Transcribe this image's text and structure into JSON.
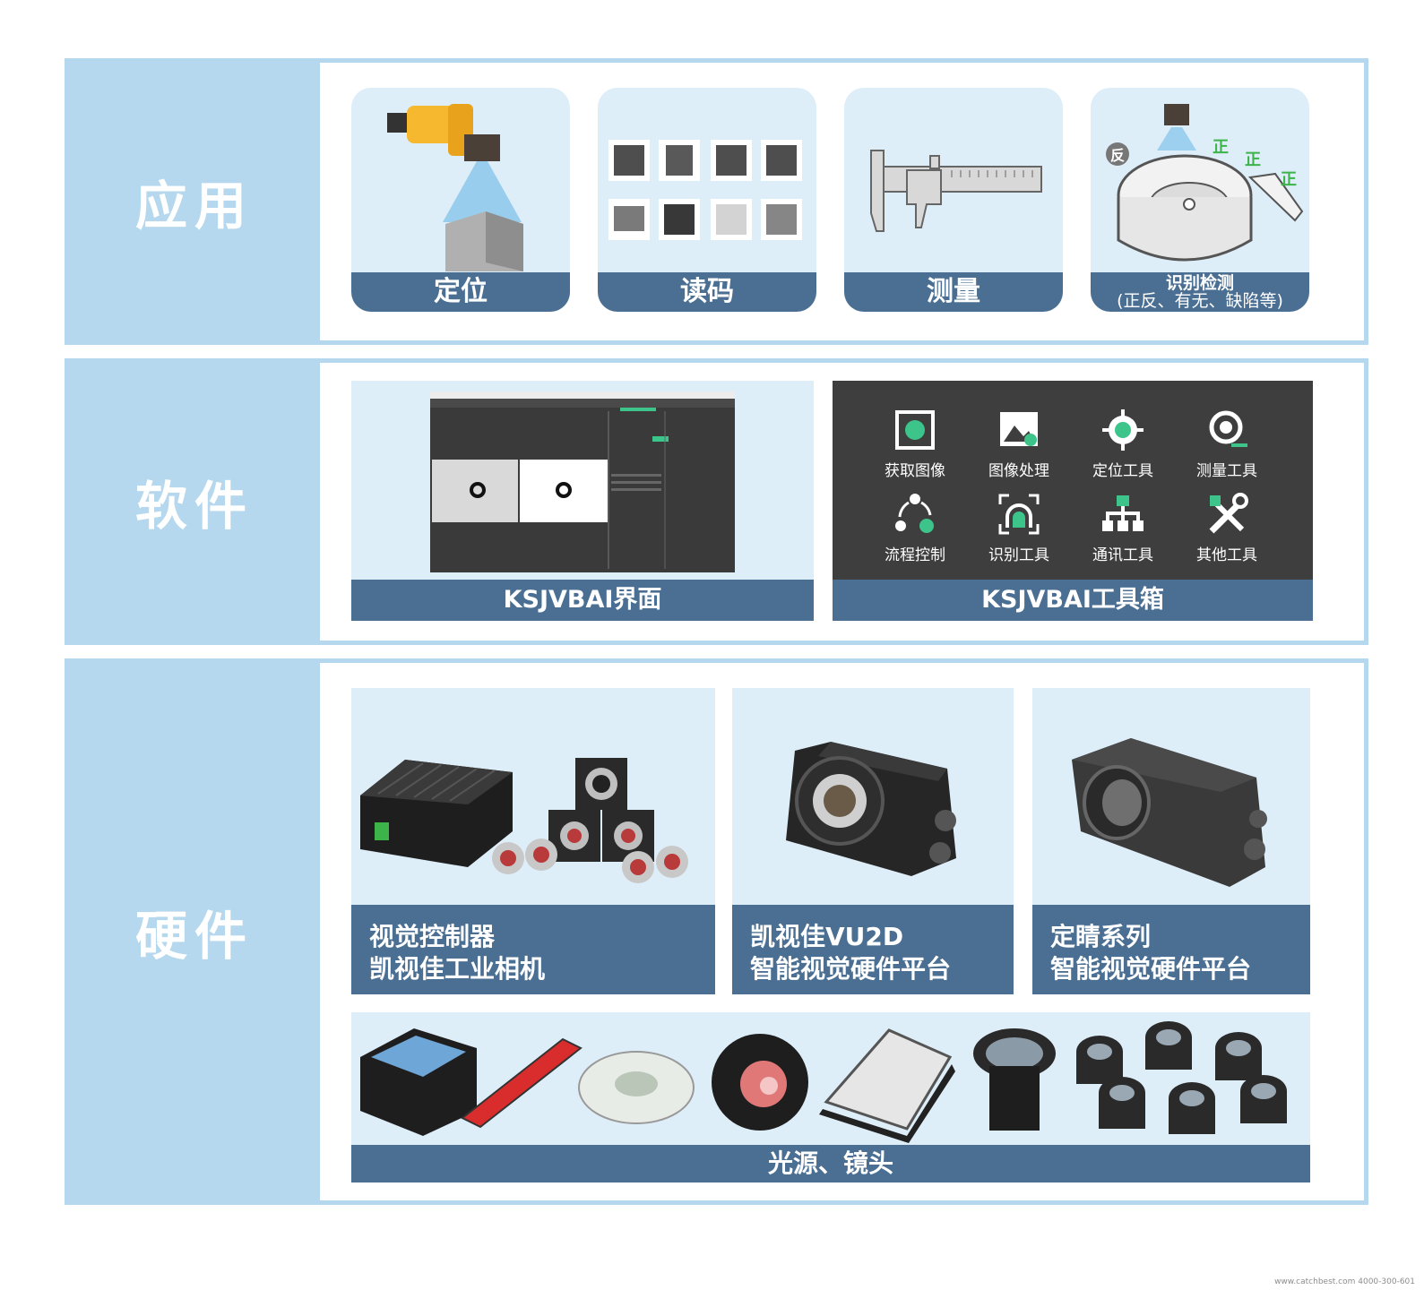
{
  "sections": {
    "application": {
      "title": "应用",
      "cards": [
        {
          "label": "定位"
        },
        {
          "label": "读码"
        },
        {
          "label": "测量"
        },
        {
          "label_line1": "识别检测",
          "label_line2": "(正反、有无、缺陷等)",
          "marks": {
            "back": "反",
            "front": "正"
          }
        }
      ]
    },
    "software": {
      "title": "软件",
      "interface_label": "KSJVBAI界面",
      "toolbox_label": "KSJVBAI工具箱",
      "tools": [
        "获取图像",
        "图像处理",
        "定位工具",
        "测量工具",
        "流程控制",
        "识别工具",
        "通讯工具",
        "其他工具"
      ]
    },
    "hardware": {
      "title": "硬件",
      "products": [
        {
          "line1": "视觉控制器",
          "line2": "凯视佳工业相机"
        },
        {
          "line1": "凯视佳VU2D",
          "line2": "智能视觉硬件平台"
        },
        {
          "line1": "定睛系列",
          "line2": "智能视觉硬件平台"
        }
      ],
      "accessories_label": "光源、镜头"
    }
  },
  "footer": "www.catchbest.com 4000-300-601",
  "colors": {
    "side_panel": "#b6d8ee",
    "card_bg": "#deeef9",
    "label_bar": "#4a6f93",
    "toolbox_bg": "#3e3e3e",
    "accent_green": "#3cc48a"
  }
}
